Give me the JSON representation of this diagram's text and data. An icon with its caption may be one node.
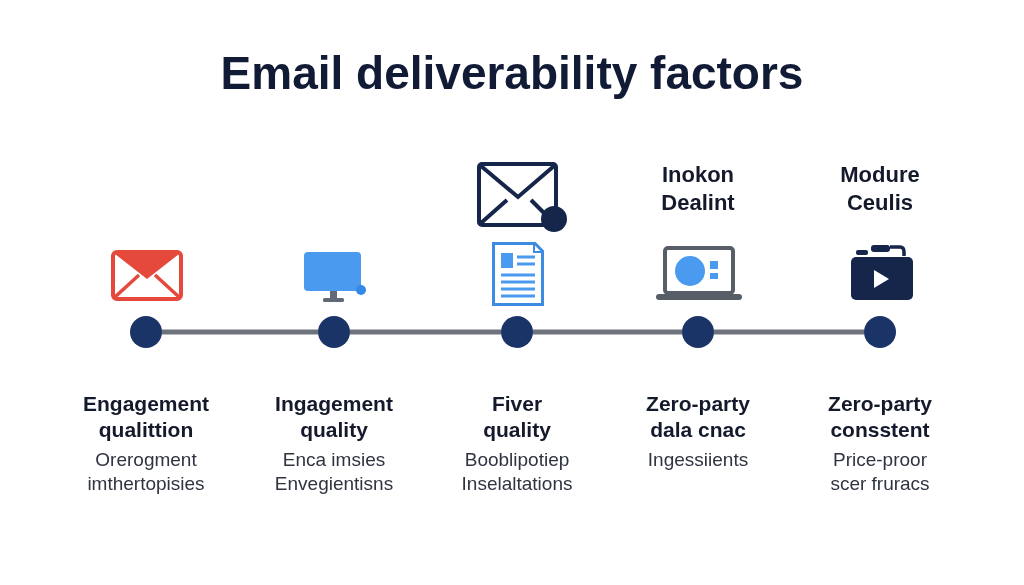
{
  "diagram": {
    "title": "Email deliverability factors",
    "nodes": [
      {
        "text": [],
        "shape": "circle",
        "beside": [
          "Engagement qualittion",
          "Orerogment imthertopisies"
        ]
      },
      {
        "text": [],
        "shape": "circle",
        "beside": [
          "Ingagement quality",
          "Enca imsies Envegientisns"
        ]
      },
      {
        "text": [],
        "shape": "circle",
        "beside": [
          "Fiver quality",
          "Booblipotiep Inselaltations"
        ]
      },
      {
        "text": [],
        "shape": "circle",
        "beside": [
          "Zero-party dala cnac",
          "Ingessiients"
        ]
      },
      {
        "text": [],
        "shape": "circle",
        "beside": [
          "Zero-party consstent",
          "Price-proor scer fruracs"
        ]
      }
    ],
    "edges": [
      {
        "from": 0,
        "to": 1,
        "arrow": "none"
      },
      {
        "from": 1,
        "to": 2,
        "arrow": "none"
      },
      {
        "from": 2,
        "to": 3,
        "arrow": "none"
      },
      {
        "from": 3,
        "to": 4,
        "arrow": "none"
      }
    ],
    "labels": [
      "Inokon Dealint",
      "Modure Ceulis"
    ]
  }
}
